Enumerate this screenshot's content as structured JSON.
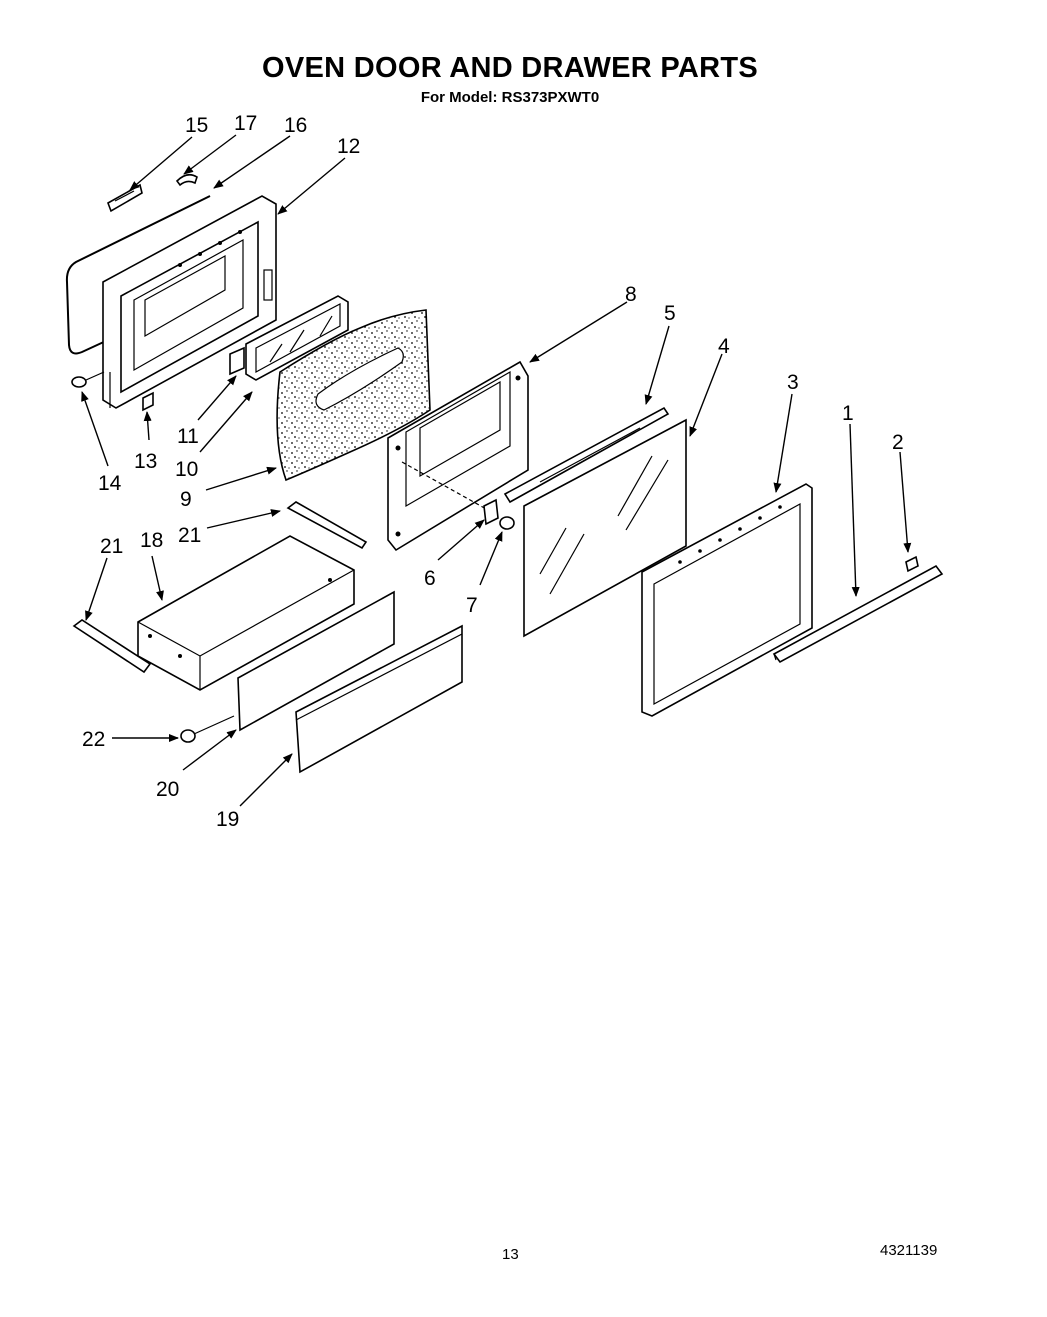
{
  "title": "OVEN DOOR AND DRAWER PARTS",
  "subtitle": "For Model: RS373PXWT0",
  "page_number": "13",
  "document_number": "4321139",
  "callouts": {
    "c1": "1",
    "c2": "2",
    "c3": "3",
    "c4": "4",
    "c5": "5",
    "c6": "6",
    "c7": "7",
    "c8": "8",
    "c9": "9",
    "c10": "10",
    "c11": "11",
    "c12": "12",
    "c13": "13",
    "c14": "14",
    "c15": "15",
    "c16": "16",
    "c17": "17",
    "c18": "18",
    "c19": "19",
    "c20": "20",
    "c21a": "21",
    "c21b": "21",
    "c22": "22"
  }
}
